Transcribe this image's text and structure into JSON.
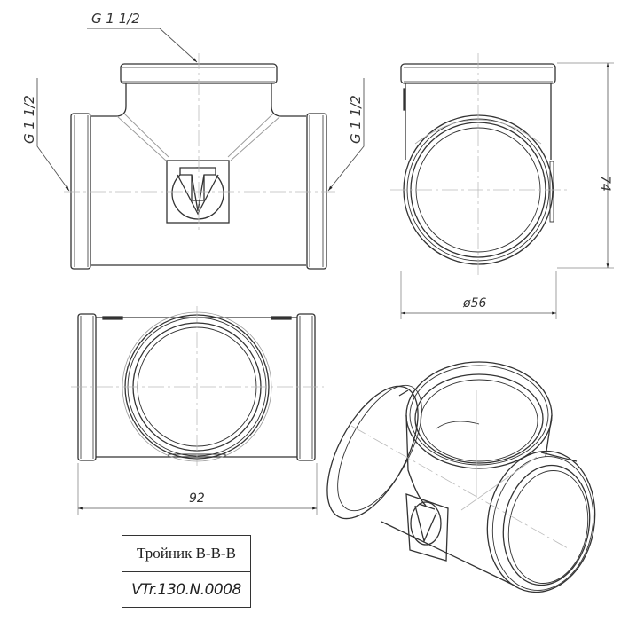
{
  "drawing": {
    "title": "Тройник В-В-В",
    "code": "VTr.130.N.0008",
    "line_color": "#333333",
    "centerline_color": "#b0b0b0"
  },
  "front_view": {
    "thread_top": "G 1 1/2",
    "thread_left": "G 1 1/2",
    "thread_right": "G 1 1/2",
    "logo": "triangle-t-logo"
  },
  "side_view": {
    "height_dim": "74",
    "diameter_dim": "ø56"
  },
  "top_view": {
    "length_dim": "92"
  },
  "iso_view": {
    "logo": "triangle-t-logo"
  }
}
